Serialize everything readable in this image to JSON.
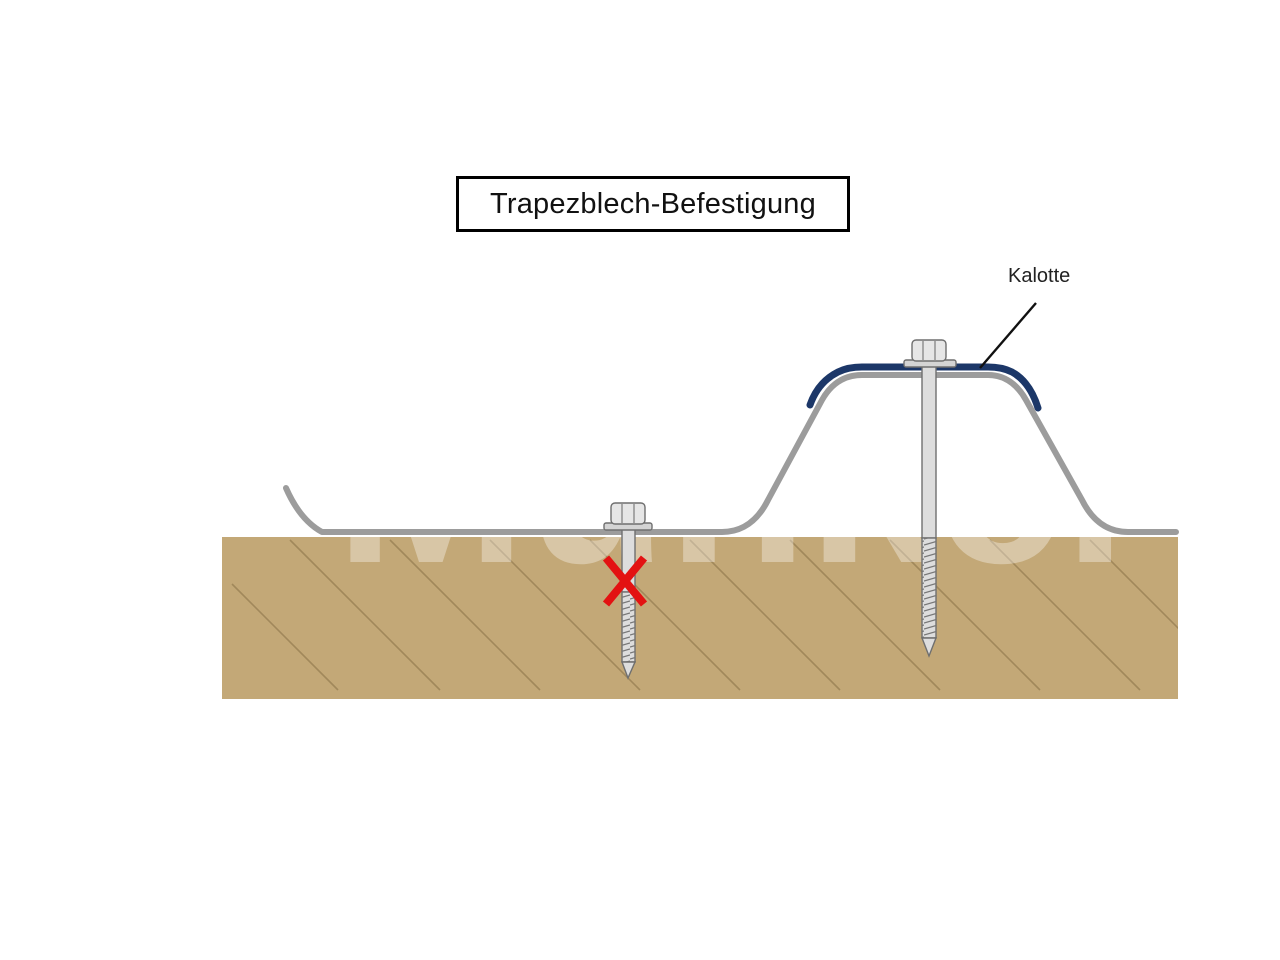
{
  "title": "Trapezblech-Befestigung",
  "callout_label": "Kalotte",
  "watermark": "Münker",
  "marks": {
    "wrong_mark": "X"
  },
  "colors": {
    "wood": "#c3a877",
    "wood_hatch": "#9e8558",
    "sheet": "#9c9c9c",
    "kalotte": "#1c3768",
    "screw": "#d8d8d8",
    "error_mark": "#e31212"
  },
  "icons": [
    "hex-screw-icon",
    "kalotte-cap-icon",
    "wrong-x-icon"
  ]
}
